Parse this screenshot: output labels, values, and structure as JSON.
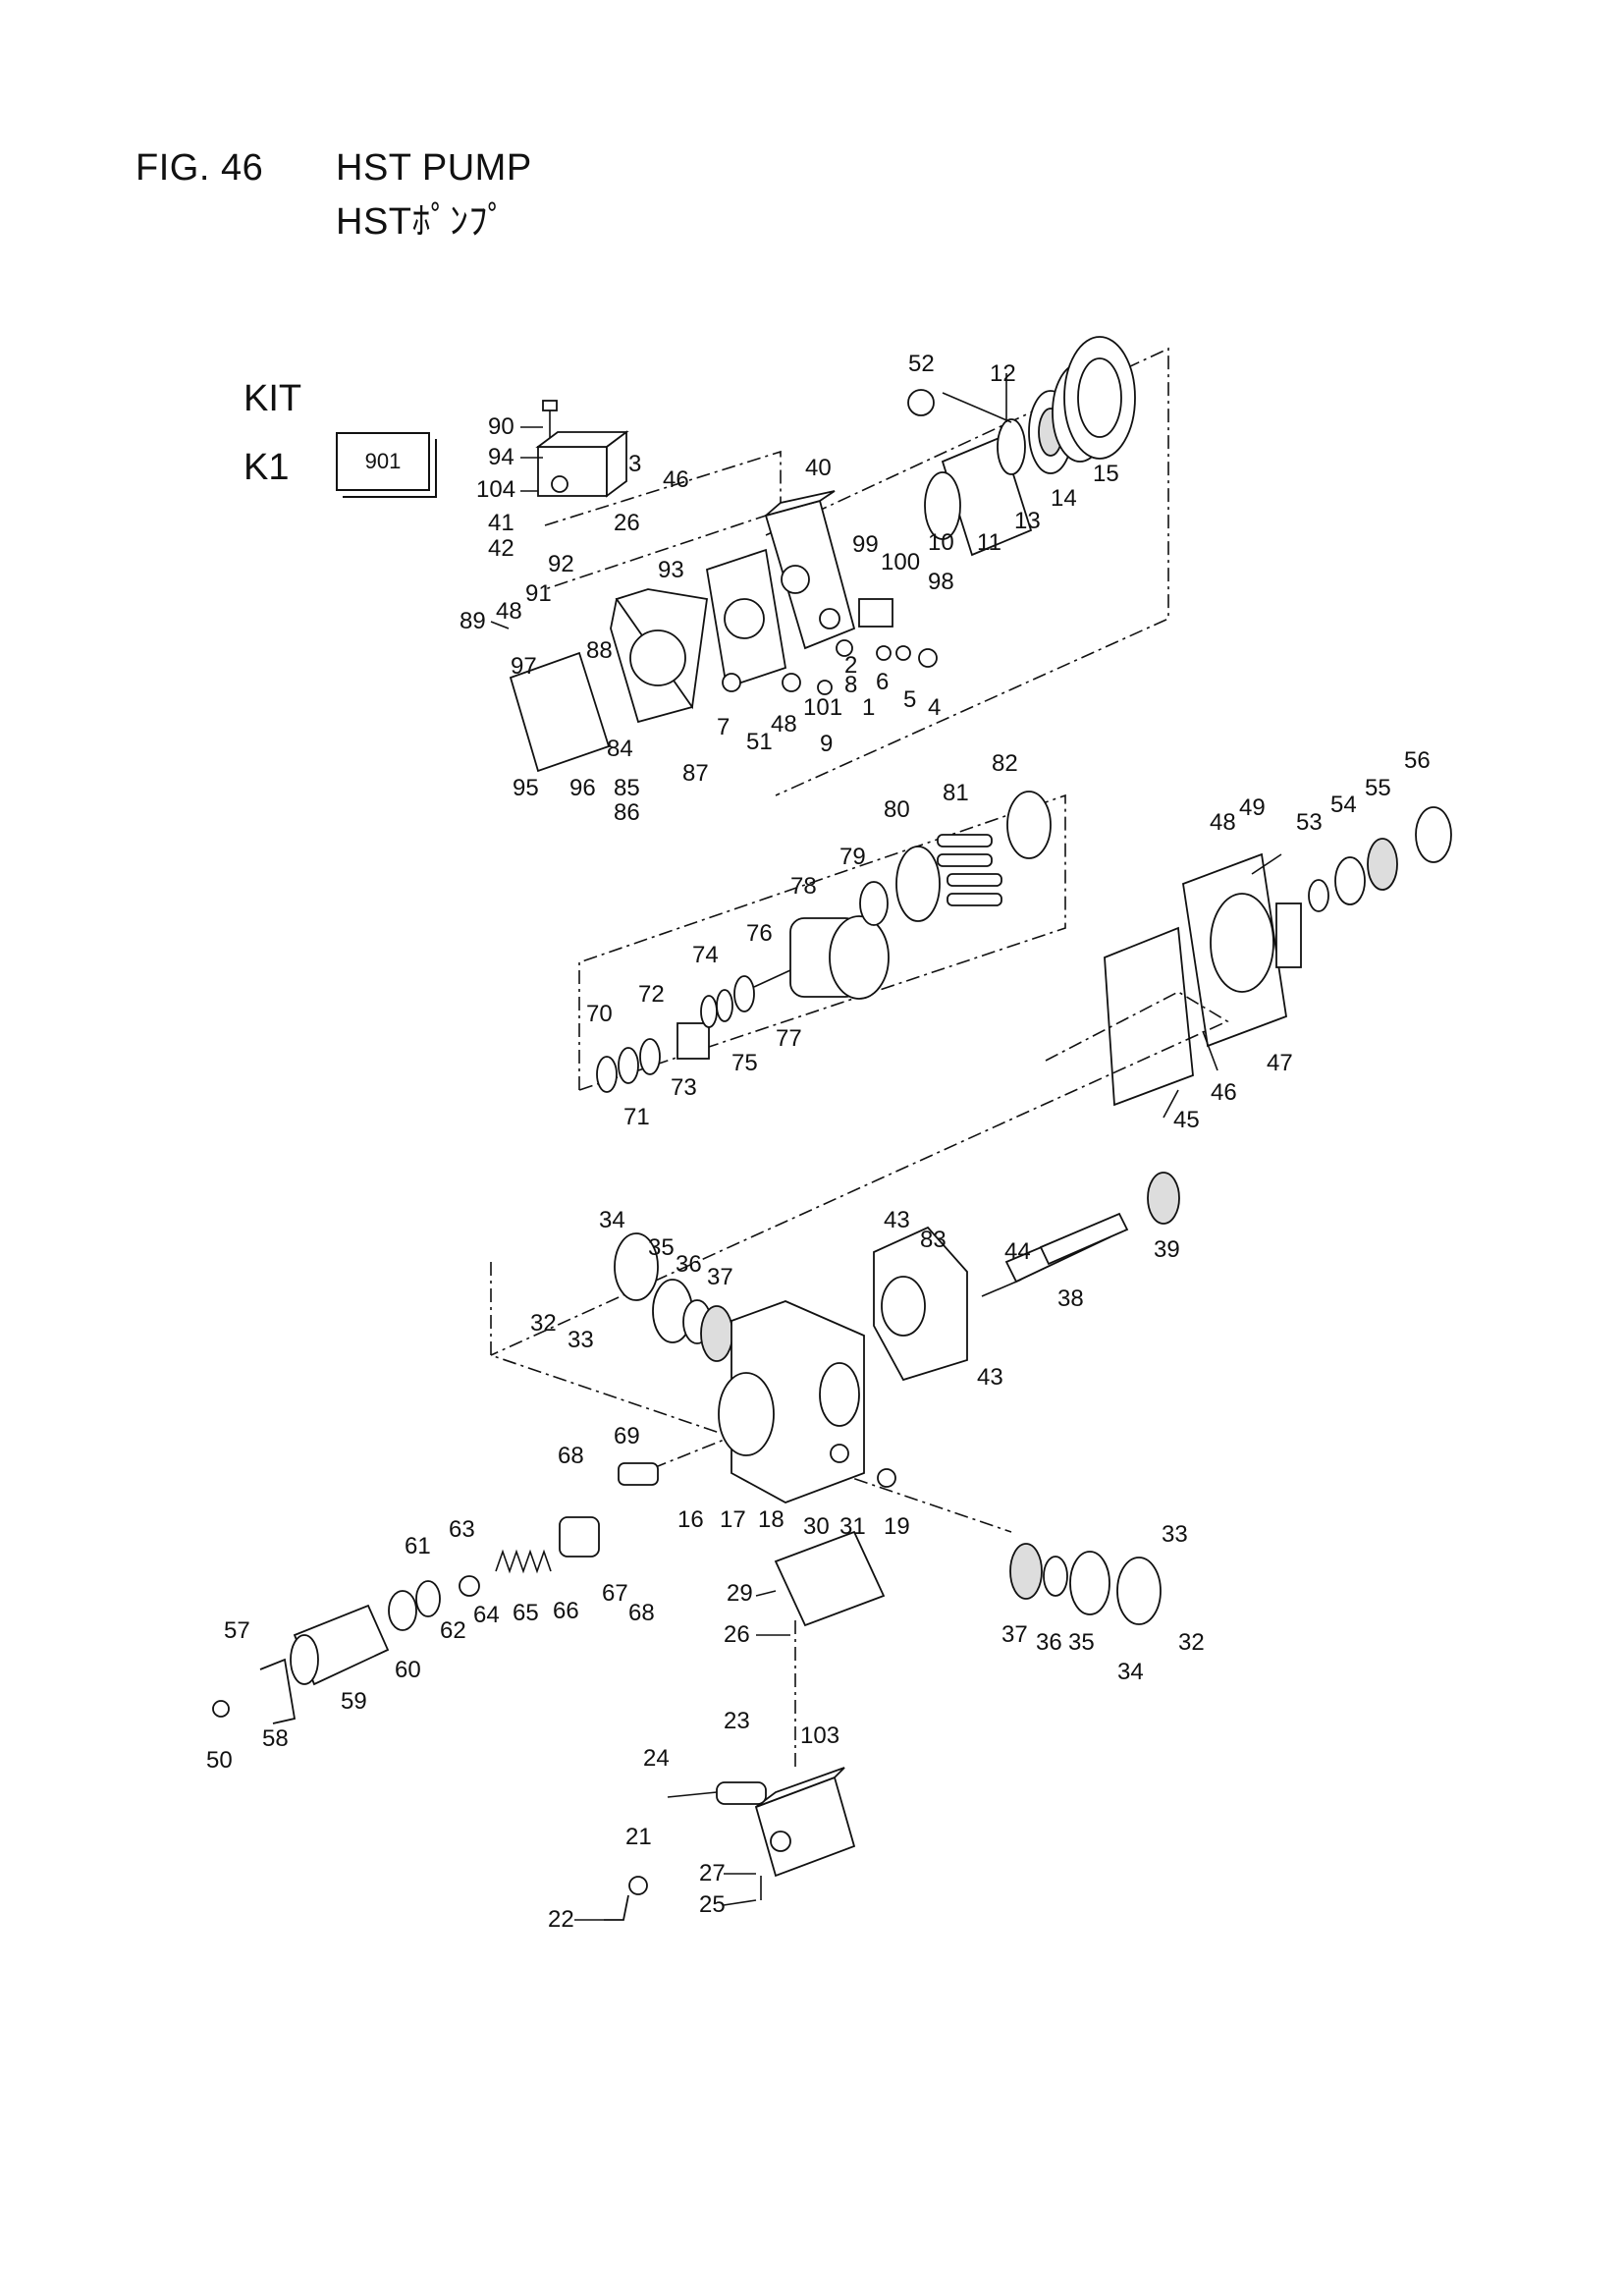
{
  "figure": {
    "number": "FIG. 46",
    "title_en": "HST PUMP",
    "title_jp": "HSTﾎﾟﾝﾌﾟ"
  },
  "kit": {
    "heading": "KIT",
    "name": "K1",
    "part_no": "901"
  },
  "callouts": [
    "90",
    "94",
    "104",
    "41",
    "42",
    "26",
    "3",
    "46",
    "40",
    "52",
    "12",
    "15",
    "14",
    "13",
    "11",
    "10",
    "99",
    "100",
    "98",
    "92",
    "91",
    "48",
    "89",
    "97",
    "88",
    "93",
    "84",
    "95",
    "96",
    "85",
    "86",
    "87",
    "7",
    "51",
    "48",
    "9",
    "101",
    "1",
    "8",
    "2",
    "6",
    "5",
    "4",
    "82",
    "81",
    "80",
    "79",
    "78",
    "76",
    "74",
    "72",
    "70",
    "71",
    "73",
    "75",
    "77",
    "56",
    "55",
    "54",
    "53",
    "49",
    "48",
    "47",
    "46",
    "45",
    "34",
    "35",
    "36",
    "37",
    "32",
    "33",
    "43",
    "83",
    "44",
    "38",
    "39",
    "43",
    "69",
    "68",
    "16",
    "17",
    "18",
    "30",
    "31",
    "19",
    "61",
    "63",
    "62",
    "64",
    "65",
    "66",
    "67",
    "68",
    "57",
    "58",
    "59",
    "60",
    "50",
    "29",
    "26",
    "37",
    "36",
    "35",
    "34",
    "33",
    "32",
    "23",
    "24",
    "103",
    "21",
    "27",
    "25",
    "22"
  ]
}
